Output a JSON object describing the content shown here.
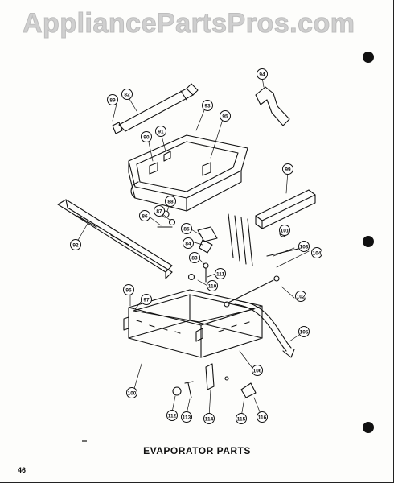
{
  "watermark": "AppliancePartsPros.com",
  "caption": "EVAPORATOR PARTS",
  "page_number": "46",
  "callouts": [
    "89",
    "82",
    "94",
    "93",
    "95",
    "90",
    "91",
    "99",
    "92",
    "88",
    "87",
    "86",
    "85",
    "84",
    "101",
    "103",
    "104",
    "83",
    "111",
    "110",
    "102",
    "96",
    "97",
    "105",
    "106",
    "100",
    "112",
    "113",
    "114",
    "115",
    "116"
  ]
}
